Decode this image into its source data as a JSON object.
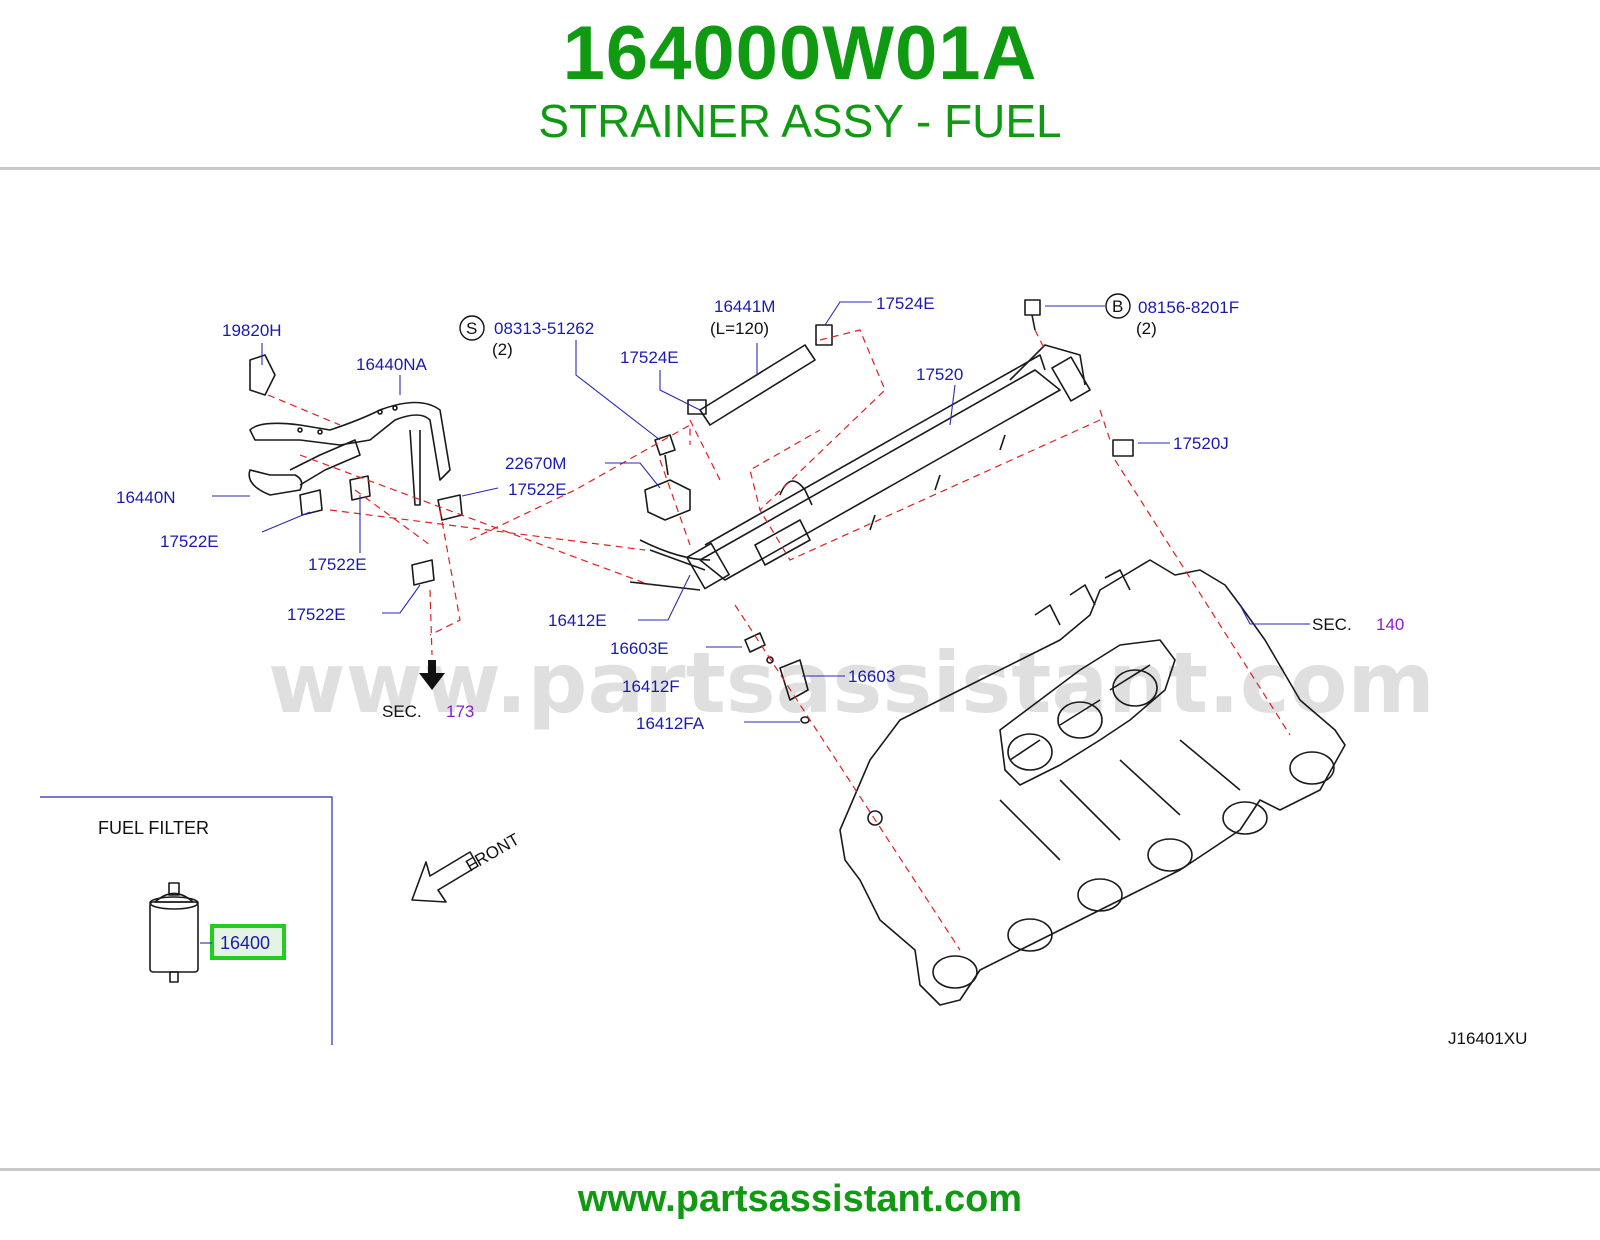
{
  "header": {
    "part_number": "164000W01A",
    "part_name": "STRAINER ASSY - FUEL"
  },
  "footer": {
    "url": "www.partsassistant.com"
  },
  "watermark": "www.partsassistant.com",
  "colors": {
    "title_green": "#0f9a12",
    "label_blue": "#1a1ab0",
    "ref_purple": "#8a1fc8",
    "highlight": "#22cc22",
    "leader_dash": "#e02020"
  },
  "diagram": {
    "code": "J16401XU",
    "inset_title": "FUEL   FILTER",
    "front_label": "FRONT",
    "labels": {
      "l19820H": "19820H",
      "l16440NA": "16440NA",
      "l16440N": "16440N",
      "l17522E_a": "17522E",
      "l17522E_b": "17522E",
      "l17522E_c": "17522E",
      "l17522E_d": "17522E",
      "s_symbol": "S",
      "s_part": "08313-51262",
      "s_qty": "(2)",
      "l16441M": "16441M",
      "l16441M_len": "(L=120)",
      "l17524E_a": "17524E",
      "l17524E_b": "17524E",
      "b_symbol": "B",
      "b_part": "08156-8201F",
      "b_qty": "(2)",
      "l17520": "17520",
      "l17520J": "17520J",
      "l22670M": "22670M",
      "l16412E": "16412E",
      "l16603E": "16603E",
      "l16603": "16603",
      "l16412F": "16412F",
      "l16412FA": "16412FA",
      "sec140_prefix": "SEC.",
      "sec140_num": "140",
      "sec173_prefix": "SEC.",
      "sec173_num": "173",
      "highlight_part": "16400"
    }
  }
}
